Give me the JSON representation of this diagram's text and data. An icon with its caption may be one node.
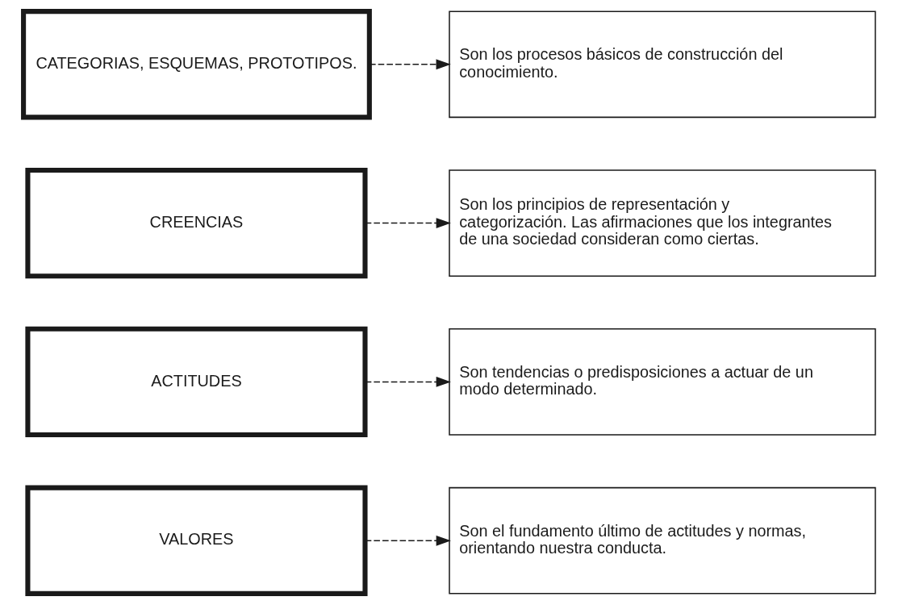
{
  "diagram": {
    "nodes": [
      {
        "text": [
          "VALORES"
        ]
      },
      {
        "text": [
          "Son el fundamento último de actitudes y normas, orientando nuestra conducta."
        ]
      },
      {
        "text": [
          "ACTITUDES"
        ]
      },
      {
        "text": [
          "Son tendencias o predisposiciones a actuar de un modo determinado."
        ]
      },
      {
        "text": [
          "CREENCIAS"
        ]
      },
      {
        "text": [
          "Son los principios de representación y categorización. Las afirmaciones que los integrantes de una sociedad consideran como ciertas."
        ]
      },
      {
        "text": [
          "CATEGORIAS, ESQUEMAS, PROTOTIPOS."
        ]
      },
      {
        "text": [
          "Son los procesos básicos de construcción del conocimiento."
        ]
      }
    ],
    "edges": [
      {
        "from": 0,
        "to": 1,
        "arrow": "to",
        "style": "dashed"
      },
      {
        "from": 2,
        "to": 3,
        "arrow": "to",
        "style": "dashed"
      },
      {
        "from": 4,
        "to": 5,
        "arrow": "to",
        "style": "dashed"
      },
      {
        "from": 6,
        "to": 7,
        "arrow": "to",
        "style": "dashed"
      }
    ]
  }
}
